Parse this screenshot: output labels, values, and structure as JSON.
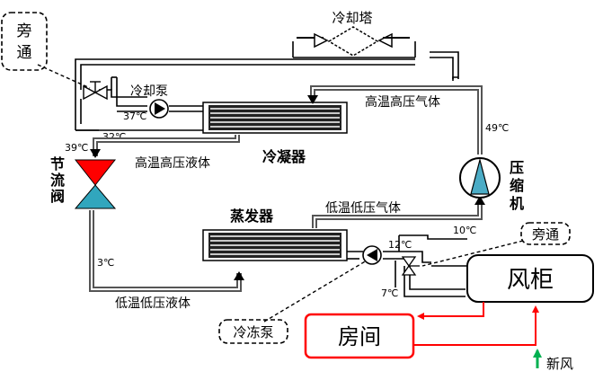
{
  "components": {
    "cooling_tower": "冷却塔",
    "bypass_top": [
      "旁",
      "通"
    ],
    "cooling_pump": "冷却泵",
    "condenser": "冷凝器",
    "throttle_valve": [
      "节",
      "流",
      "阀"
    ],
    "evaporator": "蒸发器",
    "compressor": [
      "压",
      "缩",
      "机"
    ],
    "bypass_right": "旁通",
    "chilled_pump": "冷冻泵",
    "air_cabinet": "风柜",
    "room": "房间",
    "fresh_air": "新风"
  },
  "fluid_labels": {
    "hot_hp_gas": "高温高压气体",
    "hot_hp_liquid": "高温高压液体",
    "low_lp_gas": "低温低压气体",
    "low_lp_liquid": "低温低压液体"
  },
  "temperatures": {
    "t37": "37℃",
    "t32": "32℃",
    "t39": "39℃",
    "t49": "49℃",
    "t10": "10℃",
    "t3": "3℃",
    "t12": "12℃",
    "t7": "7℃"
  },
  "colors": {
    "air_cabinet_text": "#7030A0",
    "room_border": "#FF0000",
    "room_text": "#FF0000",
    "fresh_air": "#00B050",
    "valve_top": "#FF0000",
    "valve_bottom": "#31A6BD",
    "compressor_fill": "#4BACC6",
    "red_duct": "#FF0000"
  }
}
